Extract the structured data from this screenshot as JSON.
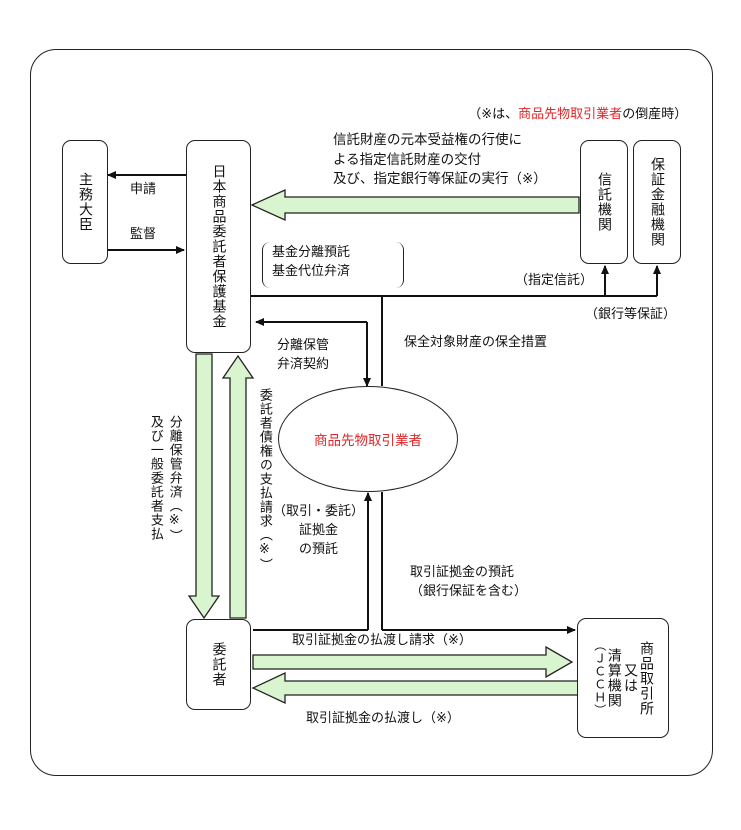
{
  "note": {
    "prefix": "（※は、",
    "highlight": "商品先物取引業者",
    "suffix": "の倒産時）"
  },
  "boxes": {
    "minister": "主務大臣",
    "fund": "日本商品委託者保護基金",
    "trust": "信託機関",
    "guarantee": "保証金融機関",
    "client": "委託者",
    "exchange_line1": "商品取引所",
    "exchange_line2": "又は",
    "exchange_line3": "清算機関",
    "exchange_line4": "（ＪＣＣＨ）"
  },
  "ellipse_label": "商品先物取引業者",
  "labels": {
    "apply": "申請",
    "supervise": "監督",
    "trust_exercise": "信託財産の元本受益権の行使に\nよる指定信託財産の交付\n及び、指定銀行等保証の実行（※）",
    "fund_ops": "基金分離預託\n基金代位弁済",
    "designated_trust": "（指定信託）",
    "bank_guarantee": "（銀行等保証）",
    "preservation": "保全対象財産の保全措置",
    "contract": "分離保管\n弁済契約",
    "payment_left": "分離保管弁済（※）\n及び一般委託者支払",
    "claim": "委託者債権の支払請求（※）",
    "deposit_small": "（取引・委託）\n証拠金\nの預託",
    "margin_deposit": "取引証拠金の預託\n（銀行保証を含む）",
    "refund_request": "取引証拠金の払渡し請求（※）",
    "refund": "取引証拠金の払渡し（※）"
  },
  "colors": {
    "green_fill": "#d9f5cf",
    "highlight_red": "#e0262a"
  }
}
